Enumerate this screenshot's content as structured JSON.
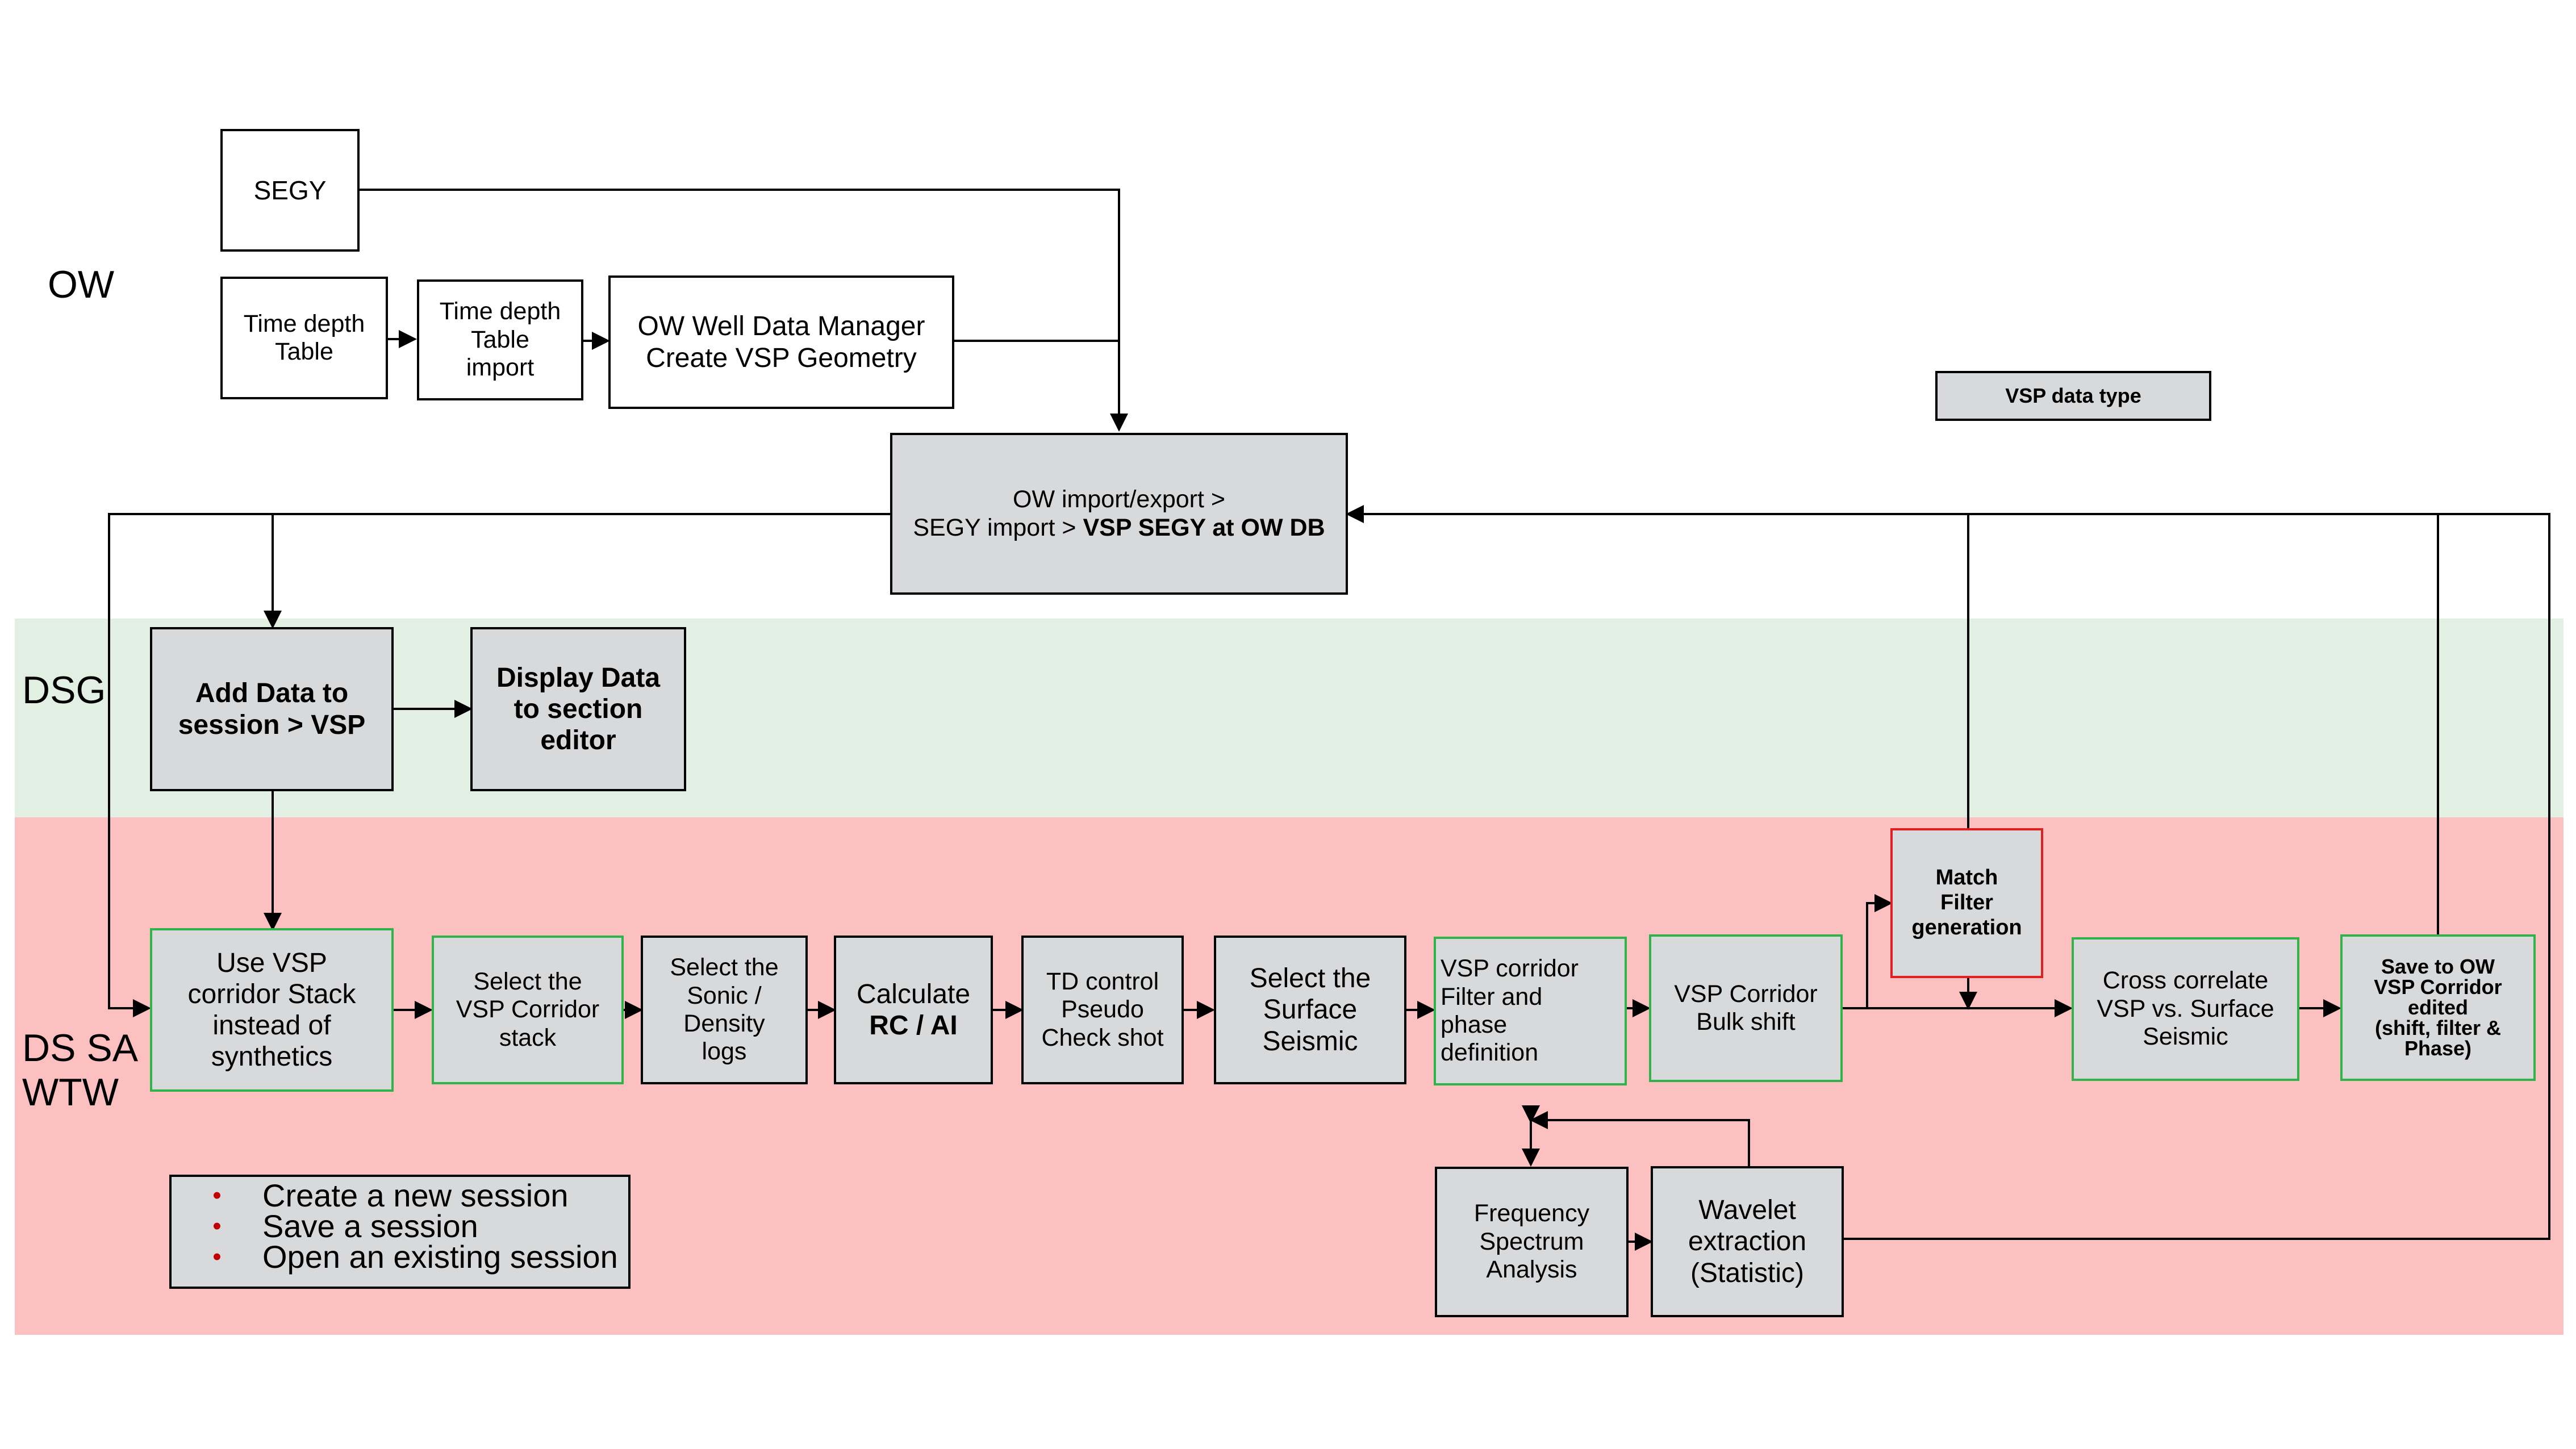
{
  "lanes": {
    "ow": "OW",
    "dsg": "DSG",
    "ds": "DS SA\nWTW"
  },
  "colors": {
    "dsg_band": "#e2f0e3",
    "ds_band": "#fdc0c0",
    "box_fill": "#d8d9db",
    "green_border": "#2fb34a",
    "red_border": "#e02020",
    "bullet": "#c00000"
  },
  "boxes": {
    "segy": "SEGY",
    "td_table": "Time depth\nTable",
    "td_import": "Time depth\nTable\nimport",
    "ow_wdm": "OW Well Data Manager\nCreate VSP Geometry",
    "ow_import_a": "OW import/export >\nSEGY import > ",
    "ow_import_b": "VSP SEGY at OW DB",
    "vsp_type": "VSP data type",
    "add_data": "Add Data to\nsession > VSP",
    "display_data": "Display  Data\nto section\neditor",
    "use_vsp": "Use VSP\ncorridor Stack\ninstead of\nsynthetics",
    "select_corridor": "Select the\nVSP Corridor\nstack",
    "select_sonic": "Select the\nSonic /\nDensity\nlogs",
    "calc_a": "Calculate",
    "calc_b": "RC / AI",
    "td_control": "TD control\nPseudo\nCheck shot",
    "select_surface": "Select the\nSurface\nSeismic",
    "vsp_filter": "VSP corridor\nFilter and\nphase\ndefinition",
    "bulk_shift": "VSP Corridor\nBulk shift",
    "match_filter": "Match\nFilter\ngeneration",
    "cross_corr": "Cross correlate\nVSP vs. Surface\nSeismic",
    "save_ow": "Save to OW\nVSP Corridor\nedited\n(shift, filter &\nPhase)",
    "freq": "Frequency\nSpectrum\nAnalysis",
    "wavelet": "Wavelet\nextraction\n(Statistic)"
  },
  "legend": {
    "items": [
      "Create a new session",
      "Save a session",
      "Open an existing session"
    ]
  }
}
